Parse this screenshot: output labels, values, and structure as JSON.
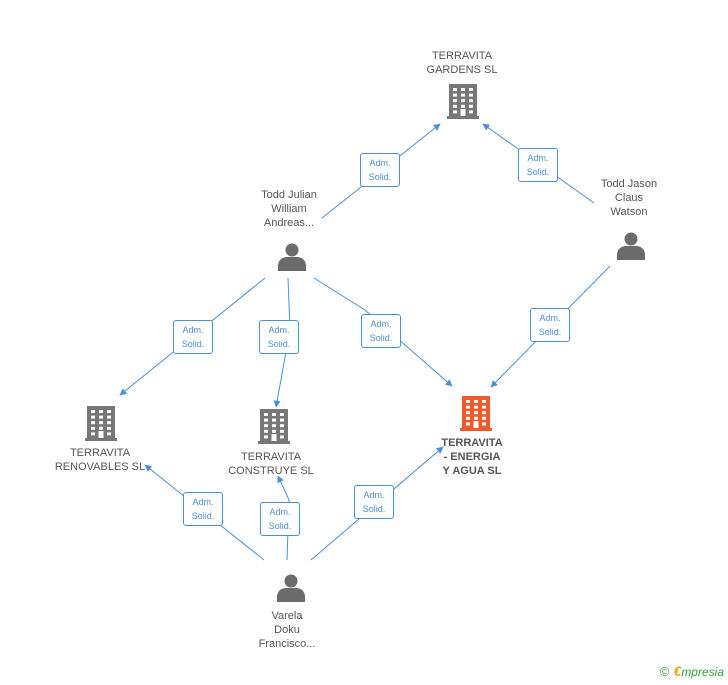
{
  "colors": {
    "edge": "#4a90d9",
    "company": "#777777",
    "company_highlight": "#f05a2a",
    "person": "#6b6b6b",
    "text": "#555555"
  },
  "nodes": [
    {
      "id": "terravita-gardens",
      "kind": "company",
      "lines": [
        "TERRAVITA",
        "GARDENS SL"
      ],
      "highlight": false
    },
    {
      "id": "todd-julian",
      "kind": "person",
      "lines": [
        "Todd Julian",
        "William",
        "Andreas..."
      ],
      "highlight": false
    },
    {
      "id": "todd-jason",
      "kind": "person",
      "lines": [
        "Todd Jason",
        "Claus",
        "Watson"
      ],
      "highlight": false
    },
    {
      "id": "terravita-renovables",
      "kind": "company",
      "lines": [
        "TERRAVITA",
        "RENOVABLES SL"
      ],
      "highlight": false
    },
    {
      "id": "terravita-construye",
      "kind": "company",
      "lines": [
        "TERRAVITA",
        "CONSTRUYE SL"
      ],
      "highlight": false
    },
    {
      "id": "terravita-energia",
      "kind": "company",
      "lines": [
        "TERRAVITA",
        "- ENERGIA",
        "Y AGUA SL"
      ],
      "highlight": true
    },
    {
      "id": "varela-doku",
      "kind": "person",
      "lines": [
        "Varela",
        "Doku",
        "Francisco..."
      ],
      "highlight": false
    }
  ],
  "edges": [
    {
      "from": "todd-julian",
      "to": "terravita-gardens",
      "label": [
        "Adm.",
        "Solid."
      ]
    },
    {
      "from": "todd-jason",
      "to": "terravita-gardens",
      "label": [
        "Adm.",
        "Solid."
      ]
    },
    {
      "from": "todd-julian",
      "to": "terravita-renovables",
      "label": [
        "Adm.",
        "Solid."
      ]
    },
    {
      "from": "todd-julian",
      "to": "terravita-construye",
      "label": [
        "Adm.",
        "Solid."
      ]
    },
    {
      "from": "todd-julian",
      "to": "terravita-energia",
      "label": [
        "Adm.",
        "Solid."
      ]
    },
    {
      "from": "todd-jason",
      "to": "terravita-energia",
      "label": [
        "Adm.",
        "Solid."
      ]
    },
    {
      "from": "varela-doku",
      "to": "terravita-renovables",
      "label": [
        "Adm.",
        "Solid."
      ]
    },
    {
      "from": "varela-doku",
      "to": "terravita-construye",
      "label": [
        "Adm.",
        "Solid."
      ]
    },
    {
      "from": "varela-doku",
      "to": "terravita-energia",
      "label": [
        "Adm.",
        "Solid."
      ]
    }
  ],
  "footer": {
    "copyright": "©",
    "brand_initial": "€",
    "brand_rest": "mpresia"
  }
}
